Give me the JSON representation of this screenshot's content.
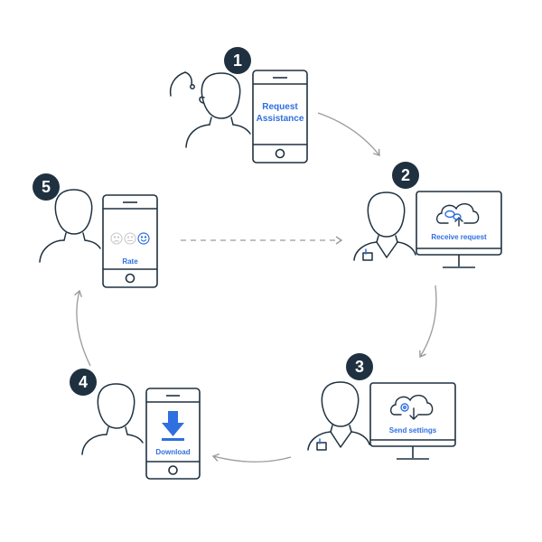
{
  "colors": {
    "ink": "#1f3140",
    "accent": "#2f6fe0",
    "arrow": "#9a9a9a",
    "face": "#c9c9c9"
  },
  "steps": [
    {
      "number": "1",
      "label_line1": "Request",
      "label_line2": "Assistance"
    },
    {
      "number": "2",
      "label": "Receive request"
    },
    {
      "number": "3",
      "label": "Send settings"
    },
    {
      "number": "4",
      "label": "Download"
    },
    {
      "number": "5",
      "label": "Rate"
    }
  ],
  "icons": [
    "hearing-aid-icon",
    "chat-cloud-icon",
    "gear-cloud-icon",
    "download-arrow-icon",
    "sad-face-icon",
    "neutral-face-icon",
    "happy-face-icon"
  ]
}
